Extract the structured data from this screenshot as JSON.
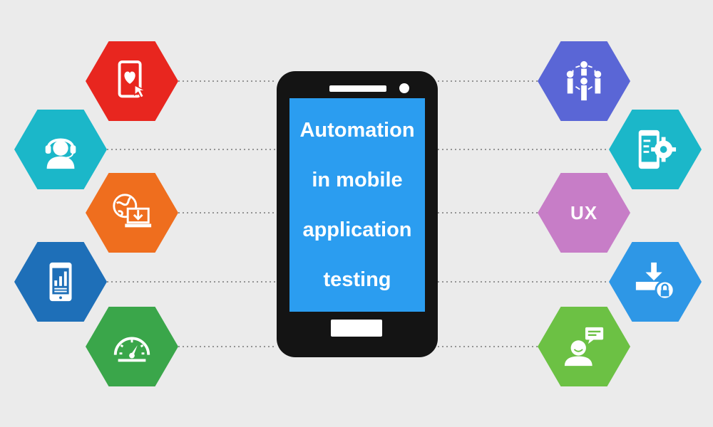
{
  "phone": {
    "screen_lines": [
      "Automation",
      "in mobile",
      "application",
      "testing"
    ]
  },
  "hexagons": {
    "left": [
      {
        "icon": "phone-heart-touch-icon",
        "color": "#e8261f"
      },
      {
        "icon": "support-agent-headset-icon",
        "color": "#1bb7c9"
      },
      {
        "icon": "globe-laptop-download-icon",
        "color": "#ef6e1e"
      },
      {
        "icon": "tablet-analytics-icon",
        "color": "#1e6fb8"
      },
      {
        "icon": "speedometer-icon",
        "color": "#3aa64a"
      }
    ],
    "right": [
      {
        "icon": "team-network-icon",
        "color": "#5a66d6"
      },
      {
        "icon": "phone-settings-icon",
        "color": "#1bb7c9"
      },
      {
        "label": "UX",
        "color": "#c77dc7"
      },
      {
        "icon": "download-lock-icon",
        "color": "#2e97e6"
      },
      {
        "icon": "user-chat-icon",
        "color": "#6cc144"
      }
    ]
  },
  "colors": {
    "background": "#ebebeb",
    "phone_body": "#141414",
    "screen": "#2b9df0",
    "connector": "#777777"
  }
}
